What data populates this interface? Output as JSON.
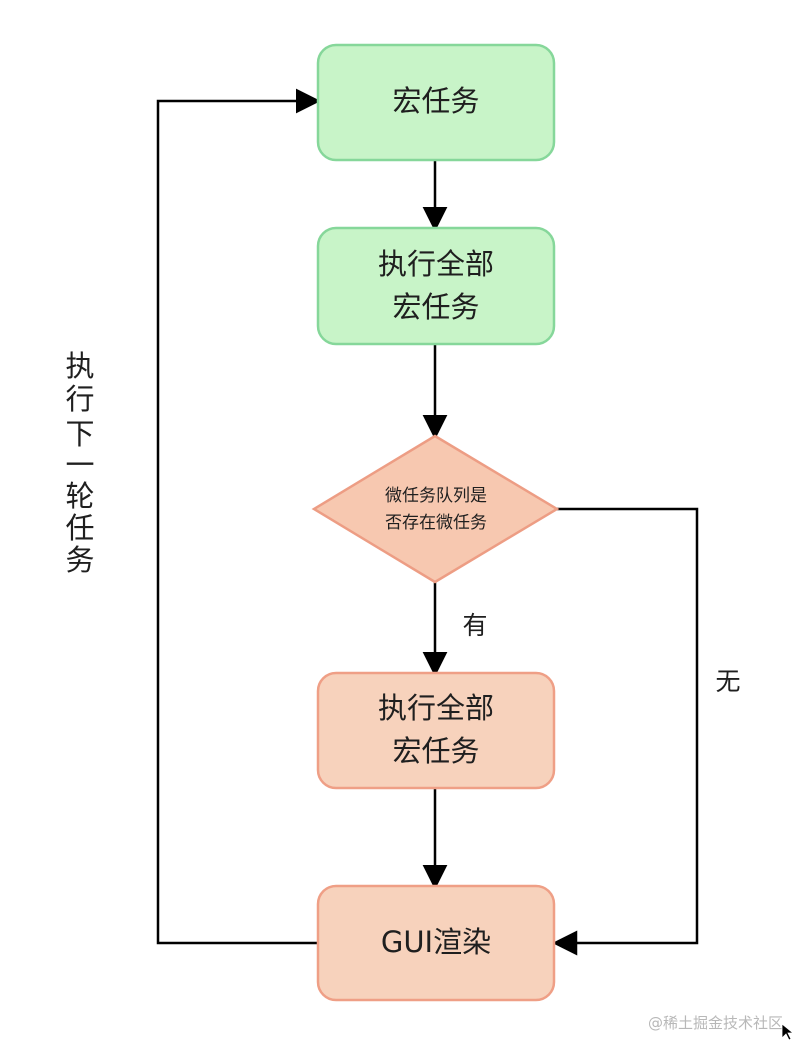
{
  "diagram": {
    "nodes": {
      "macro_task": {
        "lines": [
          "宏任务"
        ],
        "fill": "#c8f4c8",
        "stroke": "#86d79a"
      },
      "run_all_macro": {
        "lines": [
          "执行全部",
          "宏任务"
        ],
        "fill": "#c8f4c8",
        "stroke": "#86d79a"
      },
      "micro_check": {
        "lines": [
          "微任务队列是",
          "否存在微任务"
        ],
        "fill": "#f7c8b0",
        "stroke": "#ed9d84"
      },
      "run_all_micro": {
        "lines": [
          "执行全部",
          "宏任务"
        ],
        "fill": "#f7d2bc",
        "stroke": "#ef9f86"
      },
      "gui_render": {
        "lines": [
          "GUI渲染"
        ],
        "fill": "#f7d2bc",
        "stroke": "#ef9f86"
      }
    },
    "edge_labels": {
      "yes": "有",
      "no": "无",
      "loop": [
        "执",
        "行",
        "下",
        "一",
        "轮",
        "任",
        "务"
      ]
    }
  },
  "watermark": "@稀土掘金技术社区",
  "colors": {
    "line": "#000000",
    "green_fill": "#c8f4c8",
    "green_stroke": "#86d79a",
    "orange_fill": "#f7d2bc",
    "orange_stroke": "#ef9f86"
  }
}
